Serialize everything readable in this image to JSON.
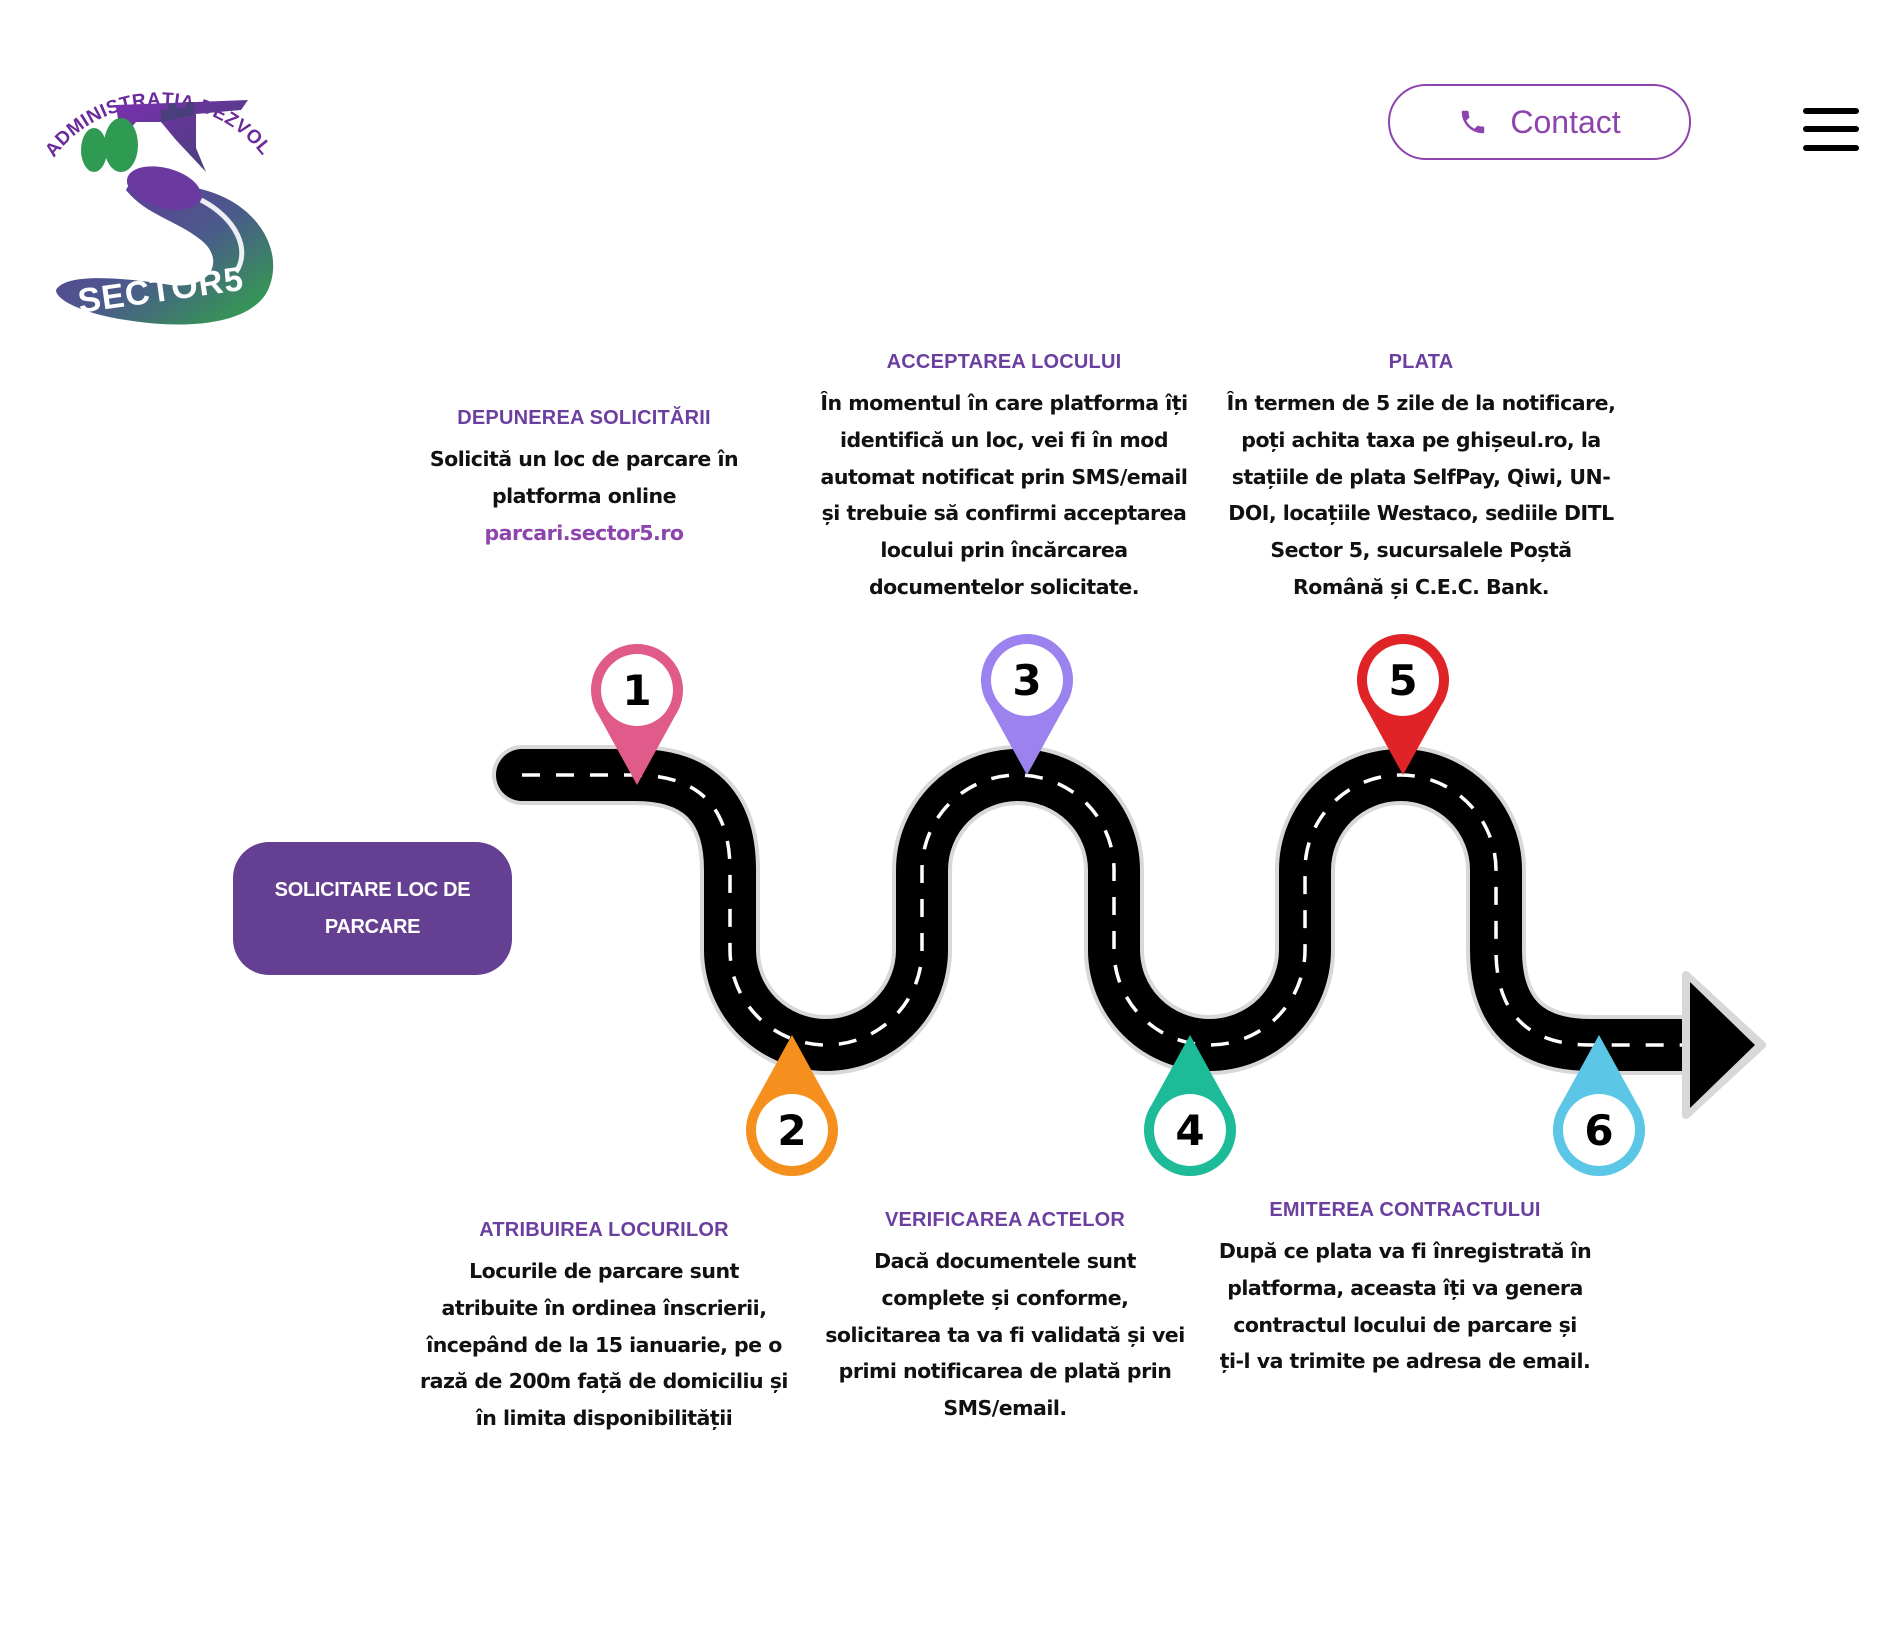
{
  "header": {
    "logo": {
      "arc_text": "ADMINISTRAȚIA DEZVOLTARE URBANĂ",
      "wordmark": "SECTOR5",
      "icon": "sector5-logo"
    },
    "contact_button": {
      "label": "Contact",
      "icon": "phone-icon"
    },
    "menu_button": {
      "icon": "hamburger-menu-icon"
    }
  },
  "colors": {
    "brand_purple": "#653f91",
    "accent_purple": "#8e44ad",
    "heading_purple": "#6b3fa0",
    "road": "#000000",
    "pin_1": "#e05a8a",
    "pin_2": "#f5901e",
    "pin_3": "#9b82ee",
    "pin_4": "#1dbb97",
    "pin_5": "#e02327",
    "pin_6": "#5bc6e6"
  },
  "cta": {
    "label": "SOLICITARE  LOC DE PARCARE"
  },
  "steps": [
    {
      "number": "1",
      "title": "DEPUNEREA SOLICITĂRII",
      "body": "Solicită un loc de parcare în\nplatforma online",
      "link": "parcari.sector5.ro"
    },
    {
      "number": "2",
      "title": "ATRIBUIREA LOCURILOR",
      "body": "Locurile de parcare sunt\natribuite în ordinea înscrierii,\nîncepând de la 15 ianuarie, pe o\nrază de 200m față de domiciliu și\nîn limita disponibilității"
    },
    {
      "number": "3",
      "title": "ACCEPTAREA LOCULUI",
      "body": "În momentul în care platforma îți\nidentifică un loc, vei fi în mod\nautomat notificat prin SMS/email\nși trebuie să confirmi acceptarea\nlocului prin încărcarea\ndocumentelor solicitate."
    },
    {
      "number": "4",
      "title": "VERIFICAREA ACTELOR",
      "body": "Dacă documentele sunt\ncomplete și conforme,\nsolicitarea ta va fi validată și vei\nprimi notificarea de plată prin\nSMS/email."
    },
    {
      "number": "5",
      "title": "PLATA",
      "body": "În termen de 5 zile de la notificare,\npoți achita taxa pe ghișeul.ro, la\nstațiile de plata SelfPay, Qiwi, UN-\nDOI, locațiile Westaco, sediile DITL\nSector 5, sucursalele Poștă\nRomână și C.E.C. Bank."
    },
    {
      "number": "6",
      "title": "EMITEREA CONTRACTULUI",
      "body": "După ce plata va fi înregistrată în\nplatforma, aceasta îți va genera\ncontractul locului de parcare și\nți-l va trimite pe adresa de email."
    }
  ]
}
